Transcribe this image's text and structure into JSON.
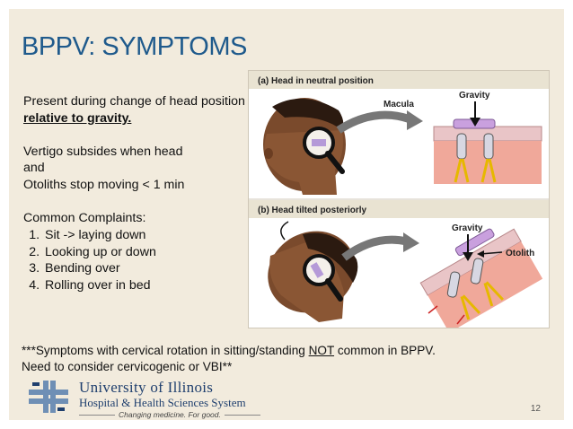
{
  "slide": {
    "title": "BPPV: SYMPTOMS",
    "intro_prefix": "Present during change of head position ",
    "intro_emph": "relative to gravity.",
    "vertigo_line1": "Vertigo subsides when head",
    "vertigo_line2": "and",
    "vertigo_line3": "Otoliths stop moving  < 1 min",
    "complaints_heading": "Common Complaints:",
    "complaints": [
      "Sit -> laying down",
      "Looking up or down",
      "Bending over",
      "Rolling over in bed"
    ],
    "note_prefix": "***Symptoms with cervical rotation in sitting/standing ",
    "note_emph": "NOT",
    "note_suffix": " common in BPPV.",
    "note_line2": "Need to consider cervicogenic or VBI**",
    "page_number": "12"
  },
  "figure": {
    "panel_a": "(a) Head in neutral position",
    "panel_b": "(b) Head tilted posteriorly",
    "label_macula": "Macula",
    "label_gravity": "Gravity",
    "label_otolith": "Otolith"
  },
  "logo": {
    "line1": "University of Illinois",
    "line2": "Hospital & Health Sciences System",
    "tagline": "Changing medicine. For good."
  },
  "colors": {
    "title": "#1f5a8c",
    "slide_bg": "#f2ebdd",
    "logo_blue": "#1f3f6e"
  }
}
